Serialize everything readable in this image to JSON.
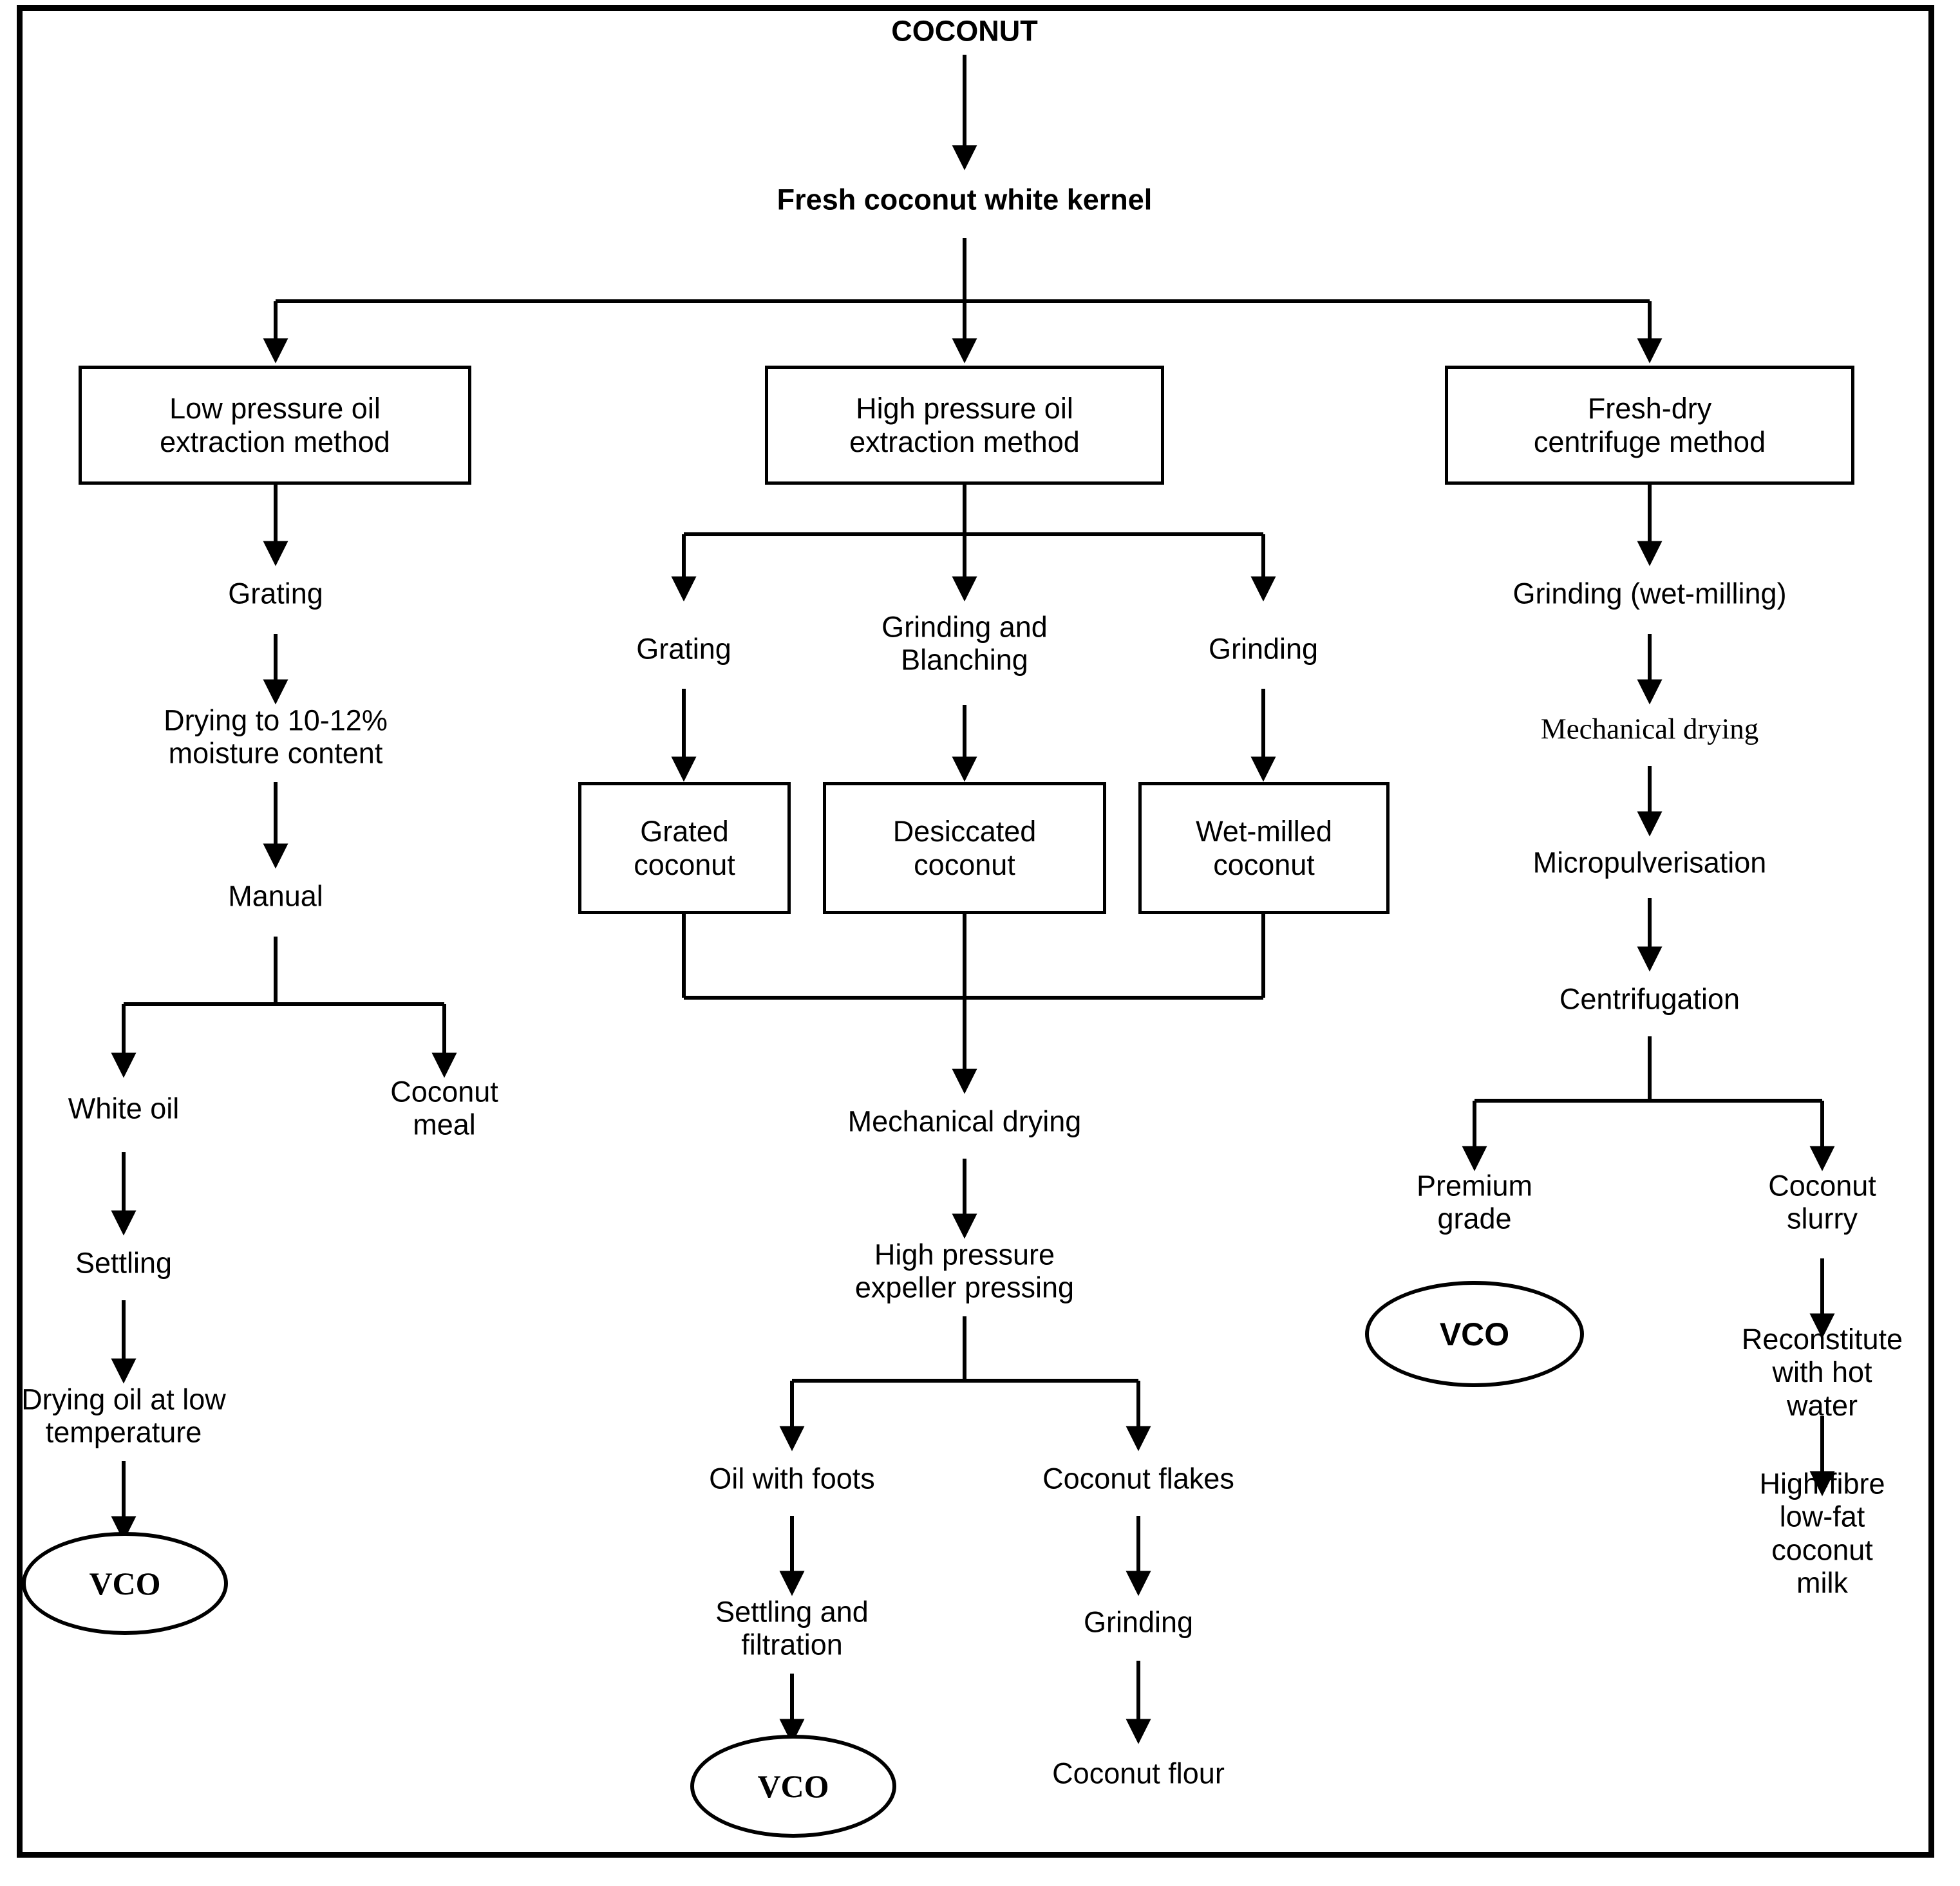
{
  "diagram": {
    "title": "COCONUT",
    "colors": {
      "stroke": "#000000",
      "text": "#000000",
      "background": "#ffffff"
    },
    "nodes": {
      "coconut": "COCONUT",
      "kernel": "Fresh coconut white kernel",
      "method_low": "Low pressure oil\nextraction method",
      "method_high": "High pressure oil\nextraction method",
      "method_fresh_dry": "Fresh-dry\ncentrifuge method",
      "left_grating": "Grating",
      "left_drying": "Drying to 10-12%\nmoisture content",
      "left_manual": "Manual",
      "left_white_oil": "White oil",
      "left_coconut_meal": "Coconut\nmeal",
      "left_settling": "Settling",
      "left_drying_oil": "Drying oil at low\ntemperature",
      "left_vco": "VCO",
      "mid_grating": "Grating",
      "mid_grinding_blanching": "Grinding and\nBlanching",
      "mid_grinding": "Grinding",
      "mid_grated_coconut": "Grated\ncoconut",
      "mid_desiccated_coconut": "Desiccated\ncoconut",
      "mid_wet_milled_coconut": "Wet-milled\ncoconut",
      "mid_mechanical_drying": "Mechanical drying",
      "mid_expeller": "High pressure\nexpeller pressing",
      "mid_oil_with_foots": "Oil with foots",
      "mid_coconut_flakes": "Coconut flakes",
      "mid_settling_filtration": "Settling and\nfiltration",
      "mid_grinding2": "Grinding",
      "mid_vco": "VCO",
      "mid_coconut_flour": "Coconut flour",
      "right_grinding_wet": "Grinding (wet-milling)",
      "right_mechanical_drying": "Mechanical drying",
      "right_micropulverisation": "Micropulverisation",
      "right_centrifugation": "Centrifugation",
      "right_premium_grade": "Premium\ngrade",
      "right_coconut_slurry": "Coconut\nslurry",
      "right_vco": "VCO",
      "right_reconstitute": "Reconstitute\nwith hot water",
      "right_milk": "High-fibre low-fat\ncoconut milk"
    }
  }
}
